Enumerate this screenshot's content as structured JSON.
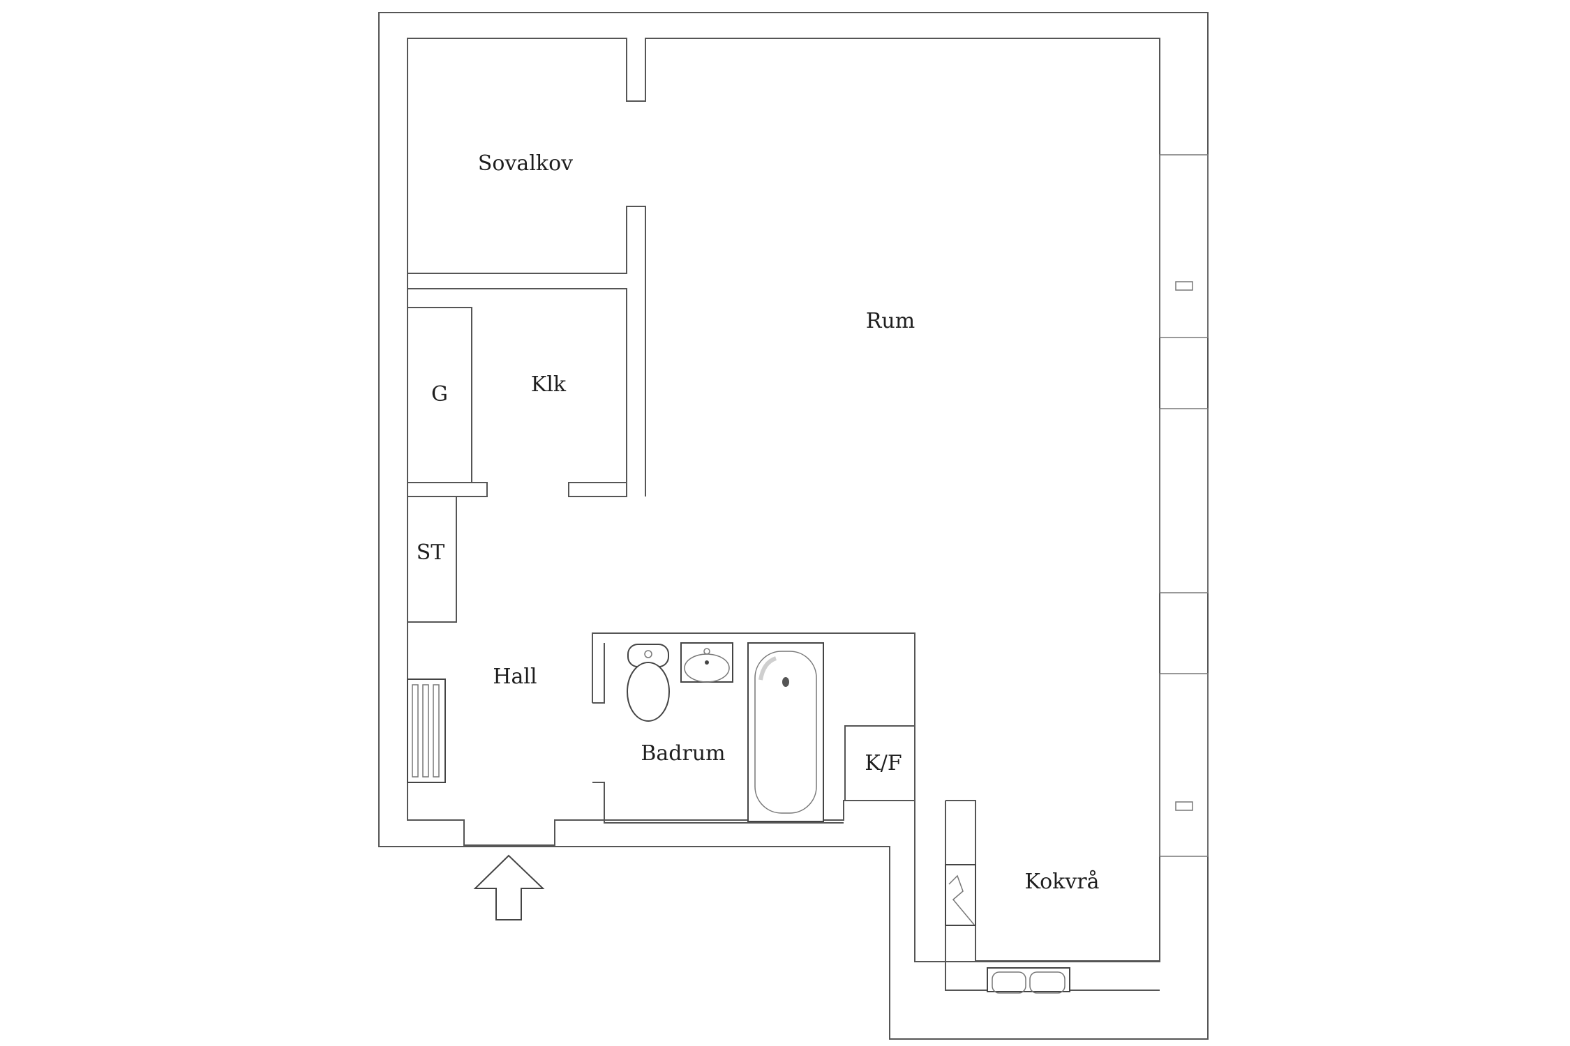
{
  "rooms": {
    "sovalkov": "Sovalkov",
    "rum": "Rum",
    "klk": "Klk",
    "g": "G",
    "st": "ST",
    "hall": "Hall",
    "badrum": "Badrum",
    "kf": "K/F",
    "kokvra": "Kokvrå"
  },
  "icons": {
    "entrance": "up-arrow-icon",
    "toilet": "toilet-icon",
    "sink": "sink-icon",
    "bathtub": "bathtub-icon",
    "radiator": "radiator-icon",
    "stove": "stove-icon",
    "kitchen_sink": "kitchen-sink-icon"
  },
  "colors": {
    "wall_stroke": "#555555",
    "label": "#1e1e1e",
    "background": "#ffffff"
  }
}
